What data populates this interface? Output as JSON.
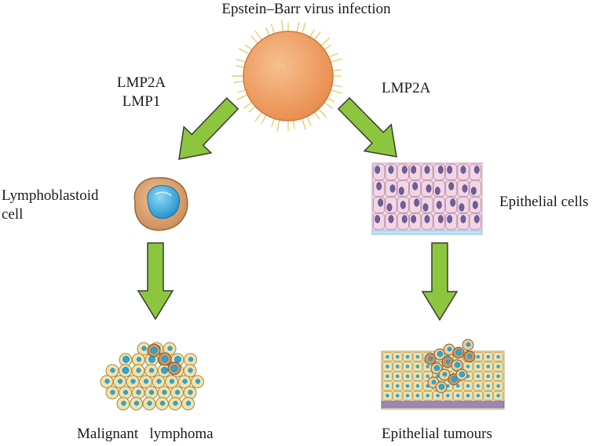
{
  "title": "Epstein–Barr virus infection",
  "left_branch": {
    "proteins": [
      "LMP2A",
      "LMP1"
    ],
    "cell_label": [
      "Lymphoblastoid",
      "cell"
    ],
    "outcome": "Malignant   lymphoma"
  },
  "right_branch": {
    "proteins": [
      "LMP2A"
    ],
    "cell_label": "Epithelial cells",
    "outcome": "Epithelial tumours"
  },
  "colors": {
    "arrow_fill": "#8cc63f",
    "arrow_stroke": "#3a3a3a",
    "virus_fill": "#f2a56b",
    "virus_spike": "#e8d57a",
    "epithelial_cell": "#f2d6e4",
    "nucleus_purple": "#6e5f9a",
    "tumour_cell": "#f2e1a8",
    "tumour_nucleus": "#2aa7d8",
    "lymphoblast_body": "#d9a06a",
    "lymphoblast_nucleus": "#3aa8de"
  },
  "icons": [
    "virus-icon",
    "lymphoblastoid-cell-icon",
    "epithelial-tissue-icon",
    "lymphoma-cluster-icon",
    "epithelial-tumour-icon",
    "arrow-icon"
  ]
}
